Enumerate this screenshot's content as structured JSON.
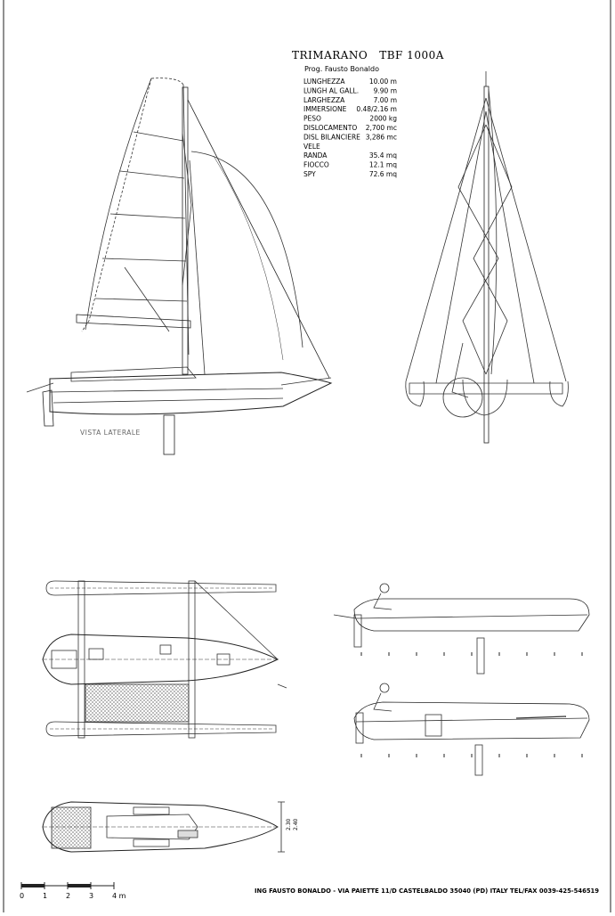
{
  "header": {
    "title": "TRIMARANO   TBF 1000A",
    "designer": "Prog. Fausto Bonaldo"
  },
  "specs": [
    {
      "label": "LUNGHEZZA",
      "value": "10.00 m"
    },
    {
      "label": "LUNGH AL GALL.",
      "value": "9.90 m"
    },
    {
      "label": "LARGHEZZA",
      "value": "7.00 m"
    },
    {
      "label": "IMMERSIONE",
      "value": "0.48/2.16 m"
    },
    {
      "label": "PESO",
      "value": "2000 kg"
    },
    {
      "label": "DISLOCAMENTO",
      "value": "2,700 mc"
    },
    {
      "label": "DISL BILANCIERE",
      "value": "3,286 mc"
    },
    {
      "label": "VELE",
      "value": ""
    },
    {
      "label": "RANDA",
      "value": "35.4 mq"
    },
    {
      "label": "FIOCCO",
      "value": "12.1 mq"
    },
    {
      "label": "SPY",
      "value": "72.6 mq"
    }
  ],
  "views": {
    "side_label": "VISTA LATERALE"
  },
  "dimensions": {
    "beam_a": "2.30",
    "beam_b": "2.40"
  },
  "scale_bar": {
    "ticks": [
      "0",
      "1",
      "2",
      "3",
      "4 m"
    ]
  },
  "footer": {
    "credit": "ING FAUSTO BONALDO - VIA PAIETTE 11/D CASTELBALDO 35040 (PD) ITALY TEL/FAX 0039-425-546519"
  }
}
